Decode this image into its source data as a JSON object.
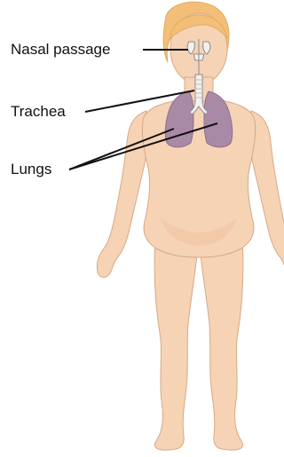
{
  "labels": {
    "nasal_passage": "Nasal passage",
    "trachea": "Trachea",
    "lungs": "Lungs"
  },
  "colors": {
    "skin": "#f6d3b5",
    "skin_shadow": "#efc39f",
    "skin_outline": "#d8a884",
    "hair": "#f3bf78",
    "lung": "#a98aa6",
    "lung_dark": "#8f6f8c",
    "trachea": "#f1f1ef",
    "leader_line": "#111111"
  }
}
